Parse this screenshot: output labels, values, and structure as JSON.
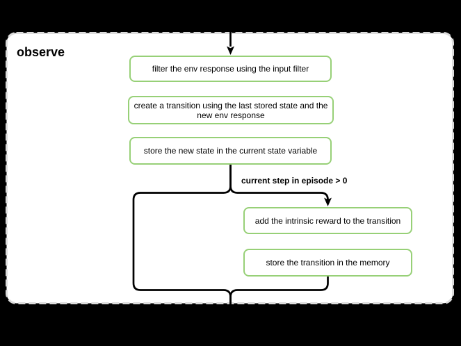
{
  "diagram": {
    "title": "observe",
    "boxes": [
      {
        "id": "filter-env-response",
        "label": "filter the env response using the input filter"
      },
      {
        "id": "create-transition",
        "label": "create a transition using the last stored state and the new env response"
      },
      {
        "id": "store-new-state",
        "label": "store the new state in the current state variable"
      },
      {
        "id": "add-intrinsic-reward",
        "label": "add the intrinsic reward to the transition"
      },
      {
        "id": "store-transition-memory",
        "label": "store the transition in the memory"
      }
    ],
    "condition_label": "current step in episode > 0",
    "colors": {
      "background": "#000000",
      "container_fill": "#ffffff",
      "container_border": "#dcdcdc",
      "box_fill": "#ffffff",
      "box_border": "#97d077",
      "connector": "#000000",
      "text": "#000000"
    }
  }
}
